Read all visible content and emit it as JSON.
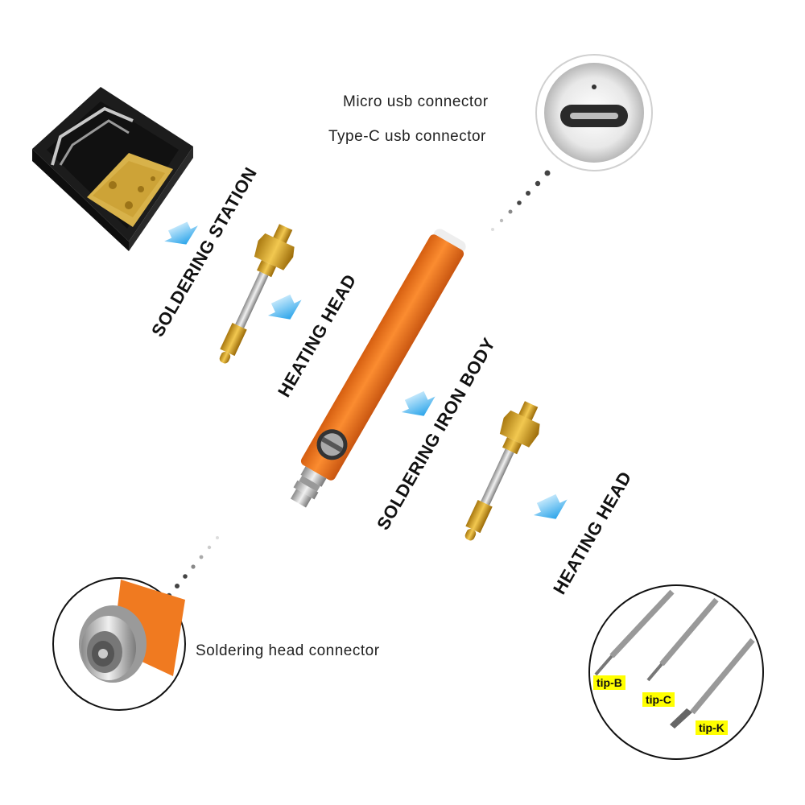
{
  "labels": {
    "micro_usb": "Micro usb connector",
    "type_c": "Type-C usb connector",
    "soldering_station": "SOLDERING STATION",
    "heating_head_1": "HEATING HEAD",
    "iron_body": "SOLDERING IRON BODY",
    "heating_head_2": "HEATING HEAD",
    "head_connector": "Soldering head connector"
  },
  "tips": [
    "tip-B",
    "tip-C",
    "tip-K"
  ],
  "colors": {
    "body_orange": "#f07a20",
    "brass": "#d9a520",
    "arrow_blue": "#3ab0ee",
    "tip_highlight": "#ffff00"
  }
}
